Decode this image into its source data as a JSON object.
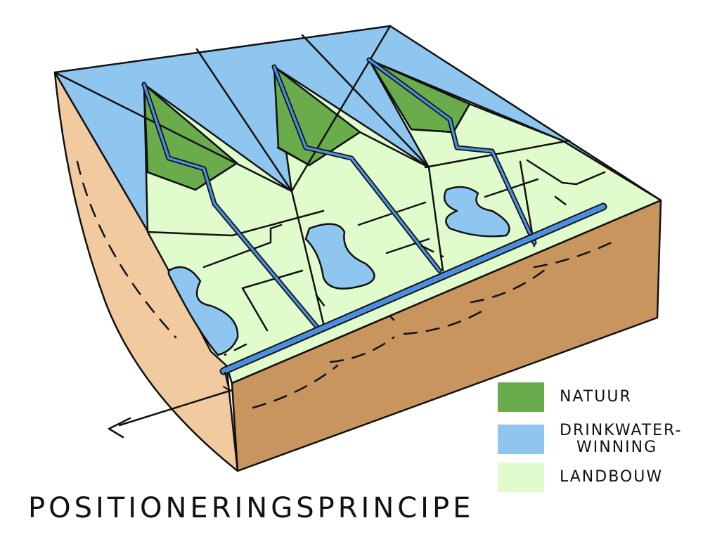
{
  "title": "POSITIONERINGSPRINCIPE",
  "legend": [
    {
      "label": "NATUUR",
      "color": "#6aab4c"
    },
    {
      "label": "DRINKWATER-\nWINNING",
      "label_line1": "DRINKWATER-",
      "label_line2": "WINNING",
      "color": "#8ec6f0"
    },
    {
      "label": "LANDBOUW",
      "color": "#e0fccc"
    }
  ],
  "colors": {
    "side_left": "#f2caa0",
    "side_front": "#c9955e",
    "canal": "#4a8fe0",
    "water": "#8ec6f0",
    "nature": "#6aab4c",
    "farmland": "#e0fccc"
  }
}
